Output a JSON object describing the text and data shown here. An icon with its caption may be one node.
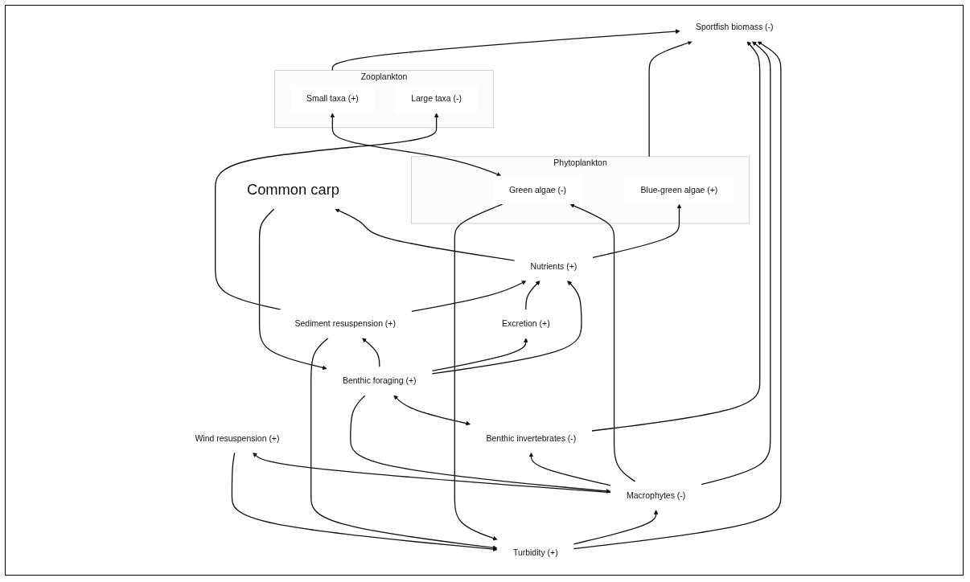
{
  "diagram": {
    "nodes": [
      {
        "text": [
          "Sportfish biomass (-)"
        ]
      },
      {
        "text": [
          "Turbidity (+)"
        ]
      },
      {
        "text": [
          "Phytoplankton"
        ]
      },
      {
        "text": [
          "Green algae (-)"
        ],
        "in": 2
      },
      {
        "text": [
          "Blue-green algae (+)"
        ],
        "in": 2
      },
      {
        "text": [
          "Zooplankton"
        ]
      },
      {
        "text": [
          "Small taxa (+)"
        ],
        "in": 5
      },
      {
        "text": [
          "Large taxa (-)"
        ],
        "in": 5
      },
      {
        "text": [
          "Wind resuspension (+)"
        ]
      },
      {
        "text": [
          "Common carp"
        ]
      },
      {
        "text": [
          "Macrophytes (-)"
        ]
      },
      {
        "text": [
          "Excretion (+)"
        ]
      },
      {
        "text": [
          "Nutrients (+)"
        ]
      },
      {
        "text": [
          "Benthic foraging (+)"
        ]
      },
      {
        "text": [
          "Benthic invertebrates (-)"
        ]
      },
      {
        "text": [
          "Sediment resuspension (+)"
        ]
      }
    ],
    "edges": [
      {
        "from": 1,
        "to": 0,
        "arrow": "to"
      },
      {
        "from": 2,
        "to": 0,
        "arrow": "to"
      },
      {
        "from": 5,
        "to": 0,
        "arrow": "to"
      },
      {
        "from": 8,
        "to": 1,
        "arrow": "to"
      },
      {
        "from": 10,
        "to": 8,
        "arrow": "to"
      },
      {
        "from": 1,
        "to": 10,
        "arrow": "to"
      },
      {
        "from": 3,
        "to": 1,
        "arrow": "to"
      },
      {
        "from": 10,
        "to": 3,
        "arrow": "to"
      },
      {
        "from": 3,
        "to": 6,
        "arrow": "both"
      },
      {
        "from": 12,
        "to": 4,
        "arrow": "to"
      },
      {
        "from": 12,
        "to": 9,
        "arrow": "to"
      },
      {
        "from": 15,
        "to": 1,
        "arrow": "to"
      },
      {
        "from": 15,
        "to": 7,
        "arrow": "to"
      },
      {
        "from": 10,
        "to": 0,
        "arrow": "to"
      },
      {
        "from": 14,
        "to": 0,
        "arrow": "to"
      },
      {
        "from": 10,
        "to": 14,
        "arrow": "to"
      },
      {
        "from": 14,
        "to": 13,
        "arrow": "both"
      },
      {
        "from": 9,
        "to": 13,
        "arrow": "to"
      },
      {
        "from": 13,
        "to": 10,
        "arrow": "to"
      },
      {
        "from": 13,
        "to": 11,
        "arrow": "to"
      },
      {
        "from": 13,
        "to": 12,
        "arrow": "to"
      },
      {
        "from": 13,
        "to": 15,
        "arrow": "to"
      },
      {
        "from": 11,
        "to": 12,
        "arrow": "to"
      },
      {
        "from": 15,
        "to": 12,
        "arrow": "to"
      }
    ]
  }
}
